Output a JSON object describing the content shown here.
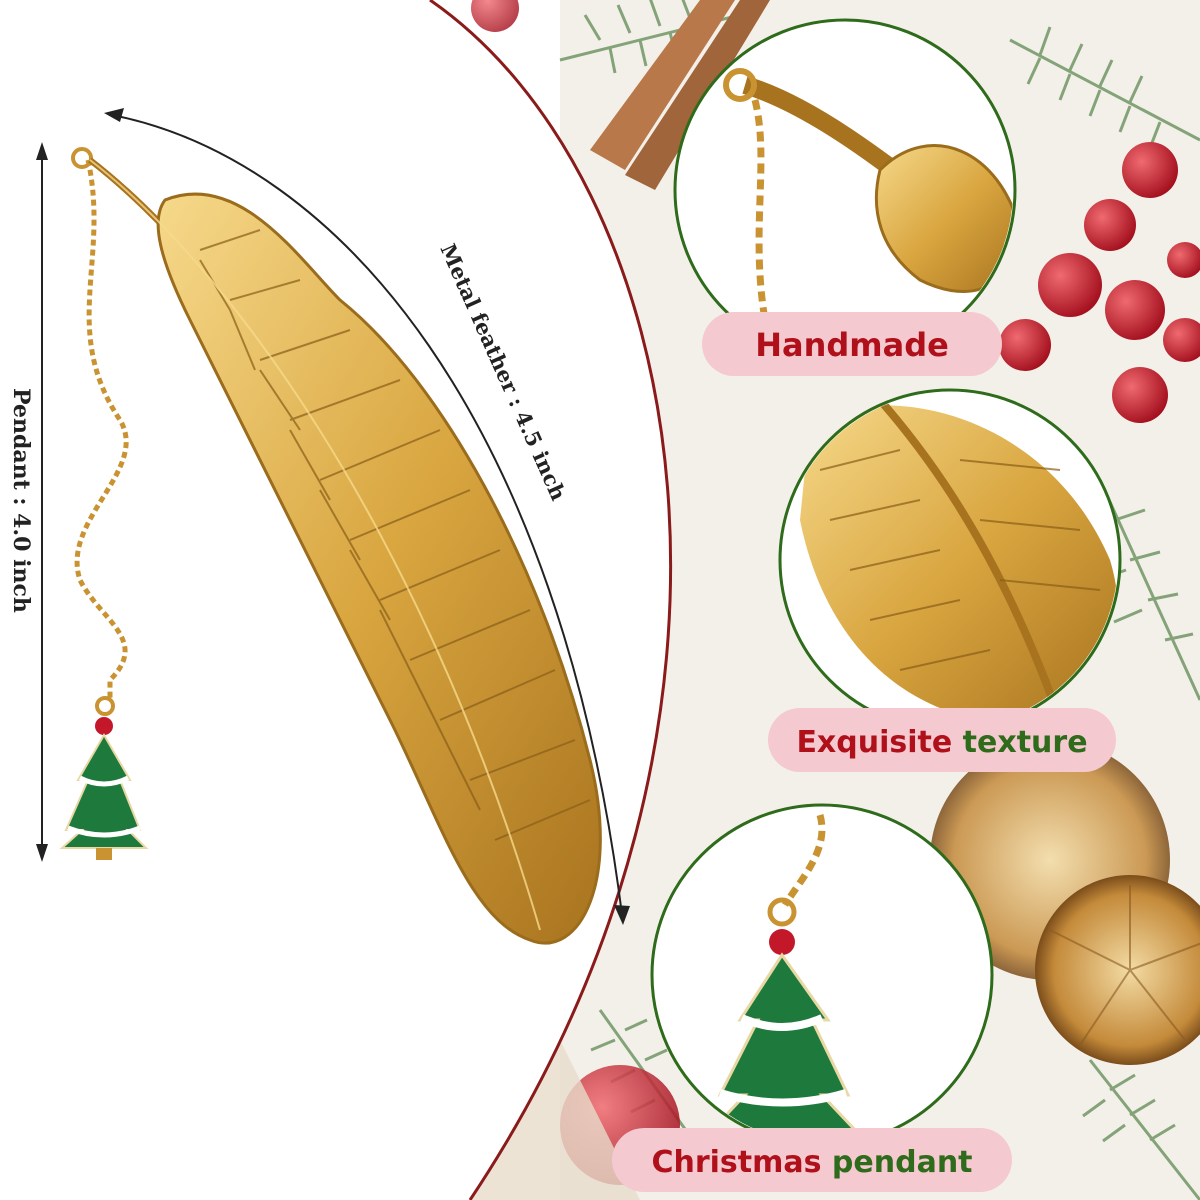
{
  "dimensions": {
    "pendant": "Pendant : 4.0 inch",
    "feather": "Metal feather : 4.5 inch"
  },
  "features": [
    {
      "word_red": "Handmade",
      "word_green": ""
    },
    {
      "word_red": "Exquisite",
      "word_green": " texture"
    },
    {
      "word_red": "Christmas",
      "word_green": " pendant"
    }
  ],
  "colors": {
    "gold": "#d9a640",
    "gold_light": "#f3d27a",
    "gold_dark": "#9a6c1c",
    "label_red": "#b0101a",
    "label_green": "#2e6b1a",
    "label_bg": "#f4c9cf",
    "divider_red": "#8b1a1a",
    "tree_green": "#1e7a3c",
    "berry_red": "#c3172a"
  },
  "icons": [
    "feather-icon",
    "chain-icon",
    "christmas-tree-icon",
    "double-arrow-icon"
  ]
}
